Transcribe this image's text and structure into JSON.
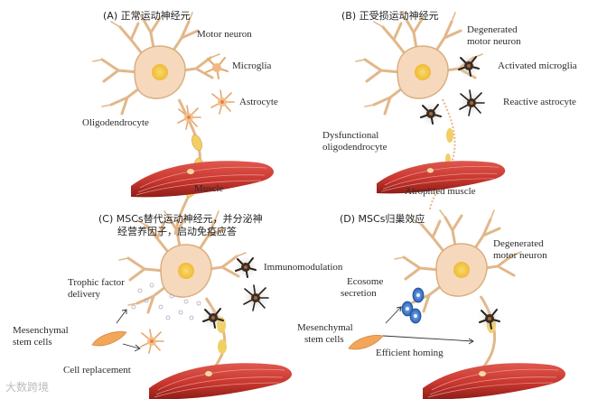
{
  "panels": {
    "a": {
      "title": "(A) 正常运动神经元",
      "motor_neuron": "Motor neuron",
      "microglia": "Microglia",
      "astrocyte": "Astrocyte",
      "oligodendrocyte": "Oligodendrocyte",
      "muscle": "Muscle"
    },
    "b": {
      "title": "(B) 正受损运动神经元",
      "degenerated": [
        "Degenerated",
        "motor neuron"
      ],
      "activated_microglia": "Activated microglia",
      "reactive_astrocyte": "Reactive astrocyte",
      "dysfunctional": [
        "Dysfunctional",
        "oligodendrocyte"
      ],
      "atrophied_muscle": "Atrophied muscle"
    },
    "c": {
      "title": [
        "(C) MSCs替代运动神经元，并分泌神",
        "经营养因子，启动免疫应答"
      ],
      "trophic": [
        "Trophic factor",
        "delivery"
      ],
      "immunomodulation": "Immunomodulation",
      "mesenchymal": [
        "Mesenchymal",
        "stem cells"
      ],
      "cell_replacement": "Cell replacement"
    },
    "d": {
      "title": "(D) MSCs归巢效应",
      "degenerated": [
        "Degenerated",
        "motor neuron"
      ],
      "exosome": [
        "Ecosome",
        "secretion"
      ],
      "mesenchymal": [
        "Mesenchymal",
        "stem cells"
      ],
      "efficient_homing": "Efficient homing"
    }
  },
  "watermark": "大数跨境",
  "colors": {
    "neuron_body": "#f6d9bc",
    "neuron_outline": "#d4a46e",
    "nucleus": "#f2c84a",
    "muscle": "#c8372f",
    "muscle_dark": "#8e1d18",
    "dark_glia": "#3a2c22",
    "exosome": "#3f7bd6"
  }
}
